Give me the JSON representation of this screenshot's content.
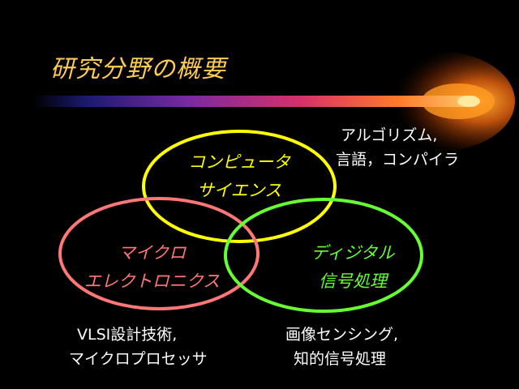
{
  "title": "研究分野の概要",
  "circles": [
    {
      "line1": "コンピュータ",
      "line2": "サイエンス",
      "color": "#ffff00"
    },
    {
      "line1": "マイクロ",
      "line2": "エレクトロニクス",
      "color": "#ff7777"
    },
    {
      "line1": "ディジタル",
      "line2": "信号処理",
      "color": "#66ff33"
    }
  ],
  "notes": {
    "cs_line1": "アルゴリズム,",
    "cs_line2": "言語，コンパイラ",
    "micro_line1": "VLSI設計技術,",
    "micro_line2": "マイクロプロセッサ",
    "dsp_line1": "画像センシング,",
    "dsp_line2": "知的信号処理"
  },
  "colors": {
    "background": "#000000",
    "title": "#ffcc55",
    "comet_head": "#ffaa22"
  }
}
